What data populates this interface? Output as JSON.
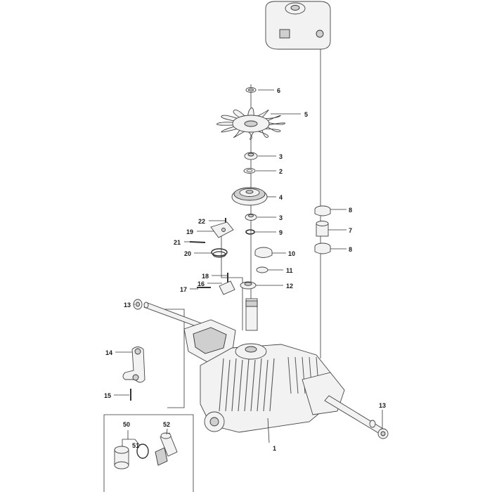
{
  "callouts": {
    "c1": "1",
    "c2": "2",
    "c3a": "3",
    "c3b": "3",
    "c4": "4",
    "c5": "5",
    "c6": "6",
    "c7": "7",
    "c8a": "8",
    "c8b": "8",
    "c9": "9",
    "c10": "10",
    "c11": "11",
    "c12": "12",
    "c13a": "13",
    "c13b": "13",
    "c14": "14",
    "c15": "15",
    "c16": "16",
    "c17": "17",
    "c18": "18",
    "c19": "19",
    "c20": "20",
    "c21": "21",
    "c22": "22",
    "c50": "50",
    "c51": "51",
    "c52": "52"
  }
}
